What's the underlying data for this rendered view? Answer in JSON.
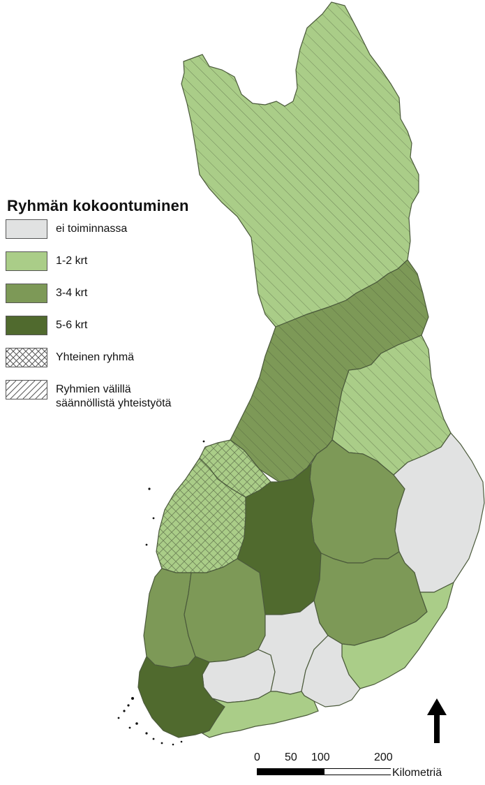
{
  "legend": {
    "title": "Ryhmän kokoontuminen",
    "items": [
      {
        "label": "ei toiminnassa",
        "fill": "#e1e2e2",
        "pattern": "none"
      },
      {
        "label": "1-2 krt",
        "fill": "#aacd88",
        "pattern": "none"
      },
      {
        "label": "3-4 krt",
        "fill": "#7d9957",
        "pattern": "none"
      },
      {
        "label": "5-6 krt",
        "fill": "#506a2e",
        "pattern": "none"
      },
      {
        "label": "Yhteinen ryhmä",
        "fill": "#ffffff",
        "pattern": "crosshatch"
      },
      {
        "label": "Ryhmien välillä\nsäännöllistä yhteistyötä",
        "fill": "#ffffff",
        "pattern": "diagonal"
      }
    ]
  },
  "scale": {
    "ticks": [
      "0",
      "50",
      "100",
      "200"
    ],
    "unit": "Kilometriä"
  },
  "colors": {
    "none": "#e1e2e2",
    "low": "#aacd88",
    "mid": "#7d9957",
    "high": "#506a2e",
    "border": "#4b5a3b"
  },
  "north_arrow": "north-arrow"
}
